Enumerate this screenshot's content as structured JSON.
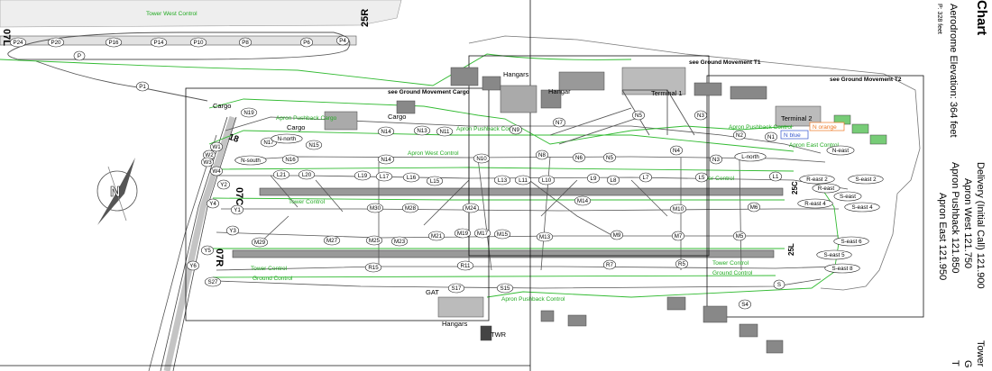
{
  "side_panel": {
    "title_fragment": "Chart",
    "elevation": "Aerodrome Elevation: 364 feet",
    "elevation_sub": "P: 328 feet",
    "freq_delivery": "Delivery (Initial Call) 121.900",
    "freq_apron_west": "Apron West 121.750",
    "freq_apron_pushback": "Apron Pushback 121.850",
    "freq_apron_east": "Apron East 121.950",
    "tower_fragment": "Tower",
    "fragment_g": "G",
    "fragment_t": "T"
  },
  "runways": {
    "r25r": "25R",
    "r07l": "07L",
    "r07c": "07C",
    "r25c": "25C",
    "r07r": "07R",
    "r25l": "25L",
    "r18": "18"
  },
  "areas": {
    "hangars_1": "Hangars",
    "hangars_2": "Hangars",
    "hangar": "Hangar",
    "cargo_1": "Cargo",
    "cargo_2": "Cargo",
    "cargo_3": "Cargo",
    "terminal1": "Terminal 1",
    "terminal2": "Terminal 2",
    "gat": "GAT",
    "twr": "TWR",
    "see_gm_t1": "see Ground Movement T1",
    "see_gm_t2": "see Ground Movement T2",
    "see_gm_cargo": "see Ground Movement Cargo"
  },
  "control_labels": {
    "tower_west": "Tower West Control",
    "apron_pushback_cargo": "Apron Pushback Cargo",
    "apron_west": "Apron West Control",
    "apron_pushback_control": "Apron Pushback Control",
    "apron_pushback_control_2": "Apron Pushback Control",
    "apron_pushback_control_3": "Apron Pushback Control",
    "apron_east": "Apron East Control",
    "tower_control_1": "Tower Control",
    "tower_control_2": "Tower Control",
    "tower_control_3": "Tower Control",
    "tower_control_4": "Tower Control",
    "ground_control_1": "Ground Control",
    "ground_control_2": "Ground Control",
    "n_blue": "N blue",
    "n_orange": "N orange"
  },
  "taxiways": [
    {
      "id": "P24",
      "t": "P24"
    },
    {
      "id": "P20",
      "t": "P20"
    },
    {
      "id": "P16",
      "t": "P16"
    },
    {
      "id": "P14",
      "t": "P14"
    },
    {
      "id": "P10",
      "t": "P10"
    },
    {
      "id": "P8",
      "t": "P8"
    },
    {
      "id": "P6",
      "t": "P6"
    },
    {
      "id": "P4",
      "t": "P4"
    },
    {
      "id": "P1",
      "t": "P1"
    },
    {
      "id": "P",
      "t": "P"
    },
    {
      "id": "N19",
      "t": "N19"
    },
    {
      "id": "N17",
      "t": "N17"
    },
    {
      "id": "N-north",
      "t": "N-north"
    },
    {
      "id": "N15",
      "t": "N15"
    },
    {
      "id": "N-south",
      "t": "N-south"
    },
    {
      "id": "N16",
      "t": "N16"
    },
    {
      "id": "N14",
      "t": "N14"
    },
    {
      "id": "N13",
      "t": "N13"
    },
    {
      "id": "N11",
      "t": "N11"
    },
    {
      "id": "N14b",
      "t": "N14"
    },
    {
      "id": "N10",
      "t": "N10"
    },
    {
      "id": "N9",
      "t": "N9"
    },
    {
      "id": "N8",
      "t": "N8"
    },
    {
      "id": "N7",
      "t": "N7"
    },
    {
      "id": "N6",
      "t": "N6"
    },
    {
      "id": "N5",
      "t": "N5"
    },
    {
      "id": "N5b",
      "t": "N5"
    },
    {
      "id": "N4",
      "t": "N4"
    },
    {
      "id": "N3",
      "t": "N3"
    },
    {
      "id": "N3b",
      "t": "N3"
    },
    {
      "id": "N2",
      "t": "N2"
    },
    {
      "id": "N1",
      "t": "N1"
    },
    {
      "id": "N-east",
      "t": "N-east"
    },
    {
      "id": "L-north",
      "t": "L-north"
    },
    {
      "id": "L21",
      "t": "L21"
    },
    {
      "id": "L20",
      "t": "L20"
    },
    {
      "id": "L19",
      "t": "L19"
    },
    {
      "id": "L17",
      "t": "L17"
    },
    {
      "id": "L16",
      "t": "L16"
    },
    {
      "id": "L15",
      "t": "L15"
    },
    {
      "id": "L13",
      "t": "L13"
    },
    {
      "id": "L11",
      "t": "L11"
    },
    {
      "id": "L10",
      "t": "L10"
    },
    {
      "id": "L9",
      "t": "L9"
    },
    {
      "id": "L8",
      "t": "L8"
    },
    {
      "id": "L7",
      "t": "L7"
    },
    {
      "id": "L5",
      "t": "L5"
    },
    {
      "id": "L1",
      "t": "L1"
    },
    {
      "id": "M30",
      "t": "M30"
    },
    {
      "id": "M28",
      "t": "M28"
    },
    {
      "id": "M24",
      "t": "M24"
    },
    {
      "id": "M14",
      "t": "M14"
    },
    {
      "id": "M10",
      "t": "M10"
    },
    {
      "id": "M6",
      "t": "M6"
    },
    {
      "id": "M29",
      "t": "M29"
    },
    {
      "id": "M27",
      "t": "M27"
    },
    {
      "id": "M25",
      "t": "M25"
    },
    {
      "id": "M23",
      "t": "M23"
    },
    {
      "id": "M21",
      "t": "M21"
    },
    {
      "id": "M19",
      "t": "M19"
    },
    {
      "id": "M17",
      "t": "M17"
    },
    {
      "id": "M15",
      "t": "M15"
    },
    {
      "id": "M13",
      "t": "M13"
    },
    {
      "id": "M9",
      "t": "M9"
    },
    {
      "id": "M7",
      "t": "M7"
    },
    {
      "id": "M5",
      "t": "M5"
    },
    {
      "id": "R15",
      "t": "R15"
    },
    {
      "id": "R11",
      "t": "R11"
    },
    {
      "id": "R7",
      "t": "R7"
    },
    {
      "id": "R5",
      "t": "R5"
    },
    {
      "id": "R-east2",
      "t": "R-east 2"
    },
    {
      "id": "R-east",
      "t": "R-east"
    },
    {
      "id": "R-east4",
      "t": "R-east 4"
    },
    {
      "id": "S-east2",
      "t": "S-east 2"
    },
    {
      "id": "S-east",
      "t": "S-east"
    },
    {
      "id": "S-east4",
      "t": "S-east 4"
    },
    {
      "id": "S-east6",
      "t": "S-east 6"
    },
    {
      "id": "S-east5",
      "t": "S-east 5"
    },
    {
      "id": "S-east8",
      "t": "S-east 8"
    },
    {
      "id": "W1",
      "t": "W1"
    },
    {
      "id": "W2",
      "t": "W2"
    },
    {
      "id": "W3",
      "t": "W3"
    },
    {
      "id": "W4",
      "t": "W4"
    },
    {
      "id": "Y2",
      "t": "Y2"
    },
    {
      "id": "Y4",
      "t": "Y4"
    },
    {
      "id": "Y1",
      "t": "Y1"
    },
    {
      "id": "Y3",
      "t": "Y3"
    },
    {
      "id": "Y5",
      "t": "Y5"
    },
    {
      "id": "Y6",
      "t": "Y6"
    },
    {
      "id": "S27",
      "t": "S27"
    },
    {
      "id": "S17",
      "t": "S17"
    },
    {
      "id": "S15",
      "t": "S15"
    },
    {
      "id": "S4",
      "t": "S4"
    },
    {
      "id": "S",
      "t": "S"
    }
  ]
}
